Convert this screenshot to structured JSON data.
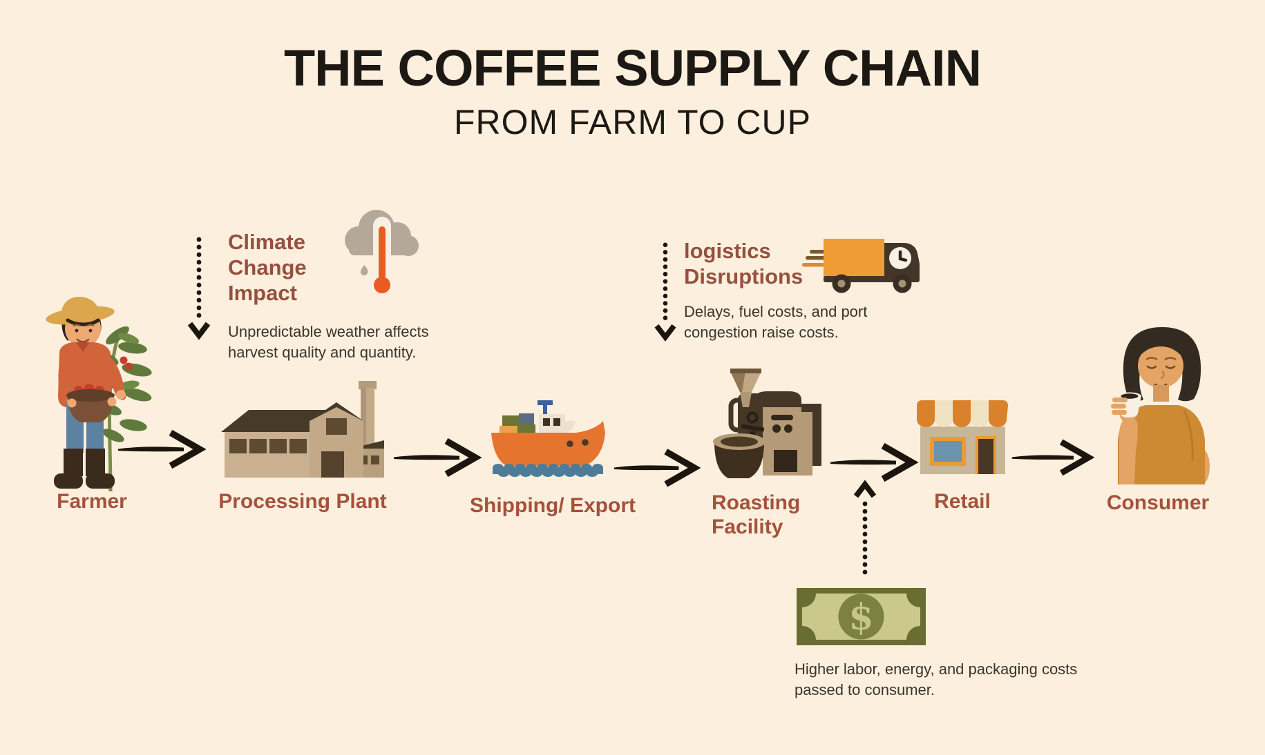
{
  "title": "THE COFFEE SUPPLY CHAIN",
  "subtitle": "FROM FARM TO CUP",
  "flow": {
    "stages": [
      {
        "label": "Farmer",
        "icon": "farmer-with-coffee-plant"
      },
      {
        "label": "Processing Plant",
        "icon": "factory"
      },
      {
        "label": "Shipping/ Export",
        "icon": "cargo-ship"
      },
      {
        "label": "Roasting Facility",
        "icon": "coffee-roaster"
      },
      {
        "label": "Retail",
        "icon": "storefront"
      },
      {
        "label": "Consumer",
        "icon": "woman-drinking-coffee"
      }
    ]
  },
  "annotations": {
    "climate": {
      "heading": "Climate Change Impact",
      "description": "Unpredictable weather affects harvest quality and quantity.",
      "icon": "rain-cloud-thermometer"
    },
    "logistics": {
      "heading": "logistics Disruptions",
      "description": "Delays, fuel costs, and port congestion raise costs.",
      "icon": "speeding-delivery-truck"
    },
    "costs": {
      "description": "Higher labor, energy, and packaging costs passed to consumer.",
      "icon": "dollar-bill"
    }
  },
  "colors": {
    "background": "#fcefdd",
    "title_text": "#1c1914",
    "heading_brown": "#96503e",
    "label_brown": "#a5513c",
    "body_text": "#3a342c",
    "arrow_black": "#1b150e",
    "accent_orange": "#e8762f",
    "truck_orange": "#ef9b36",
    "money_olive": "#696d31",
    "water_blue": "#4e7c98"
  }
}
